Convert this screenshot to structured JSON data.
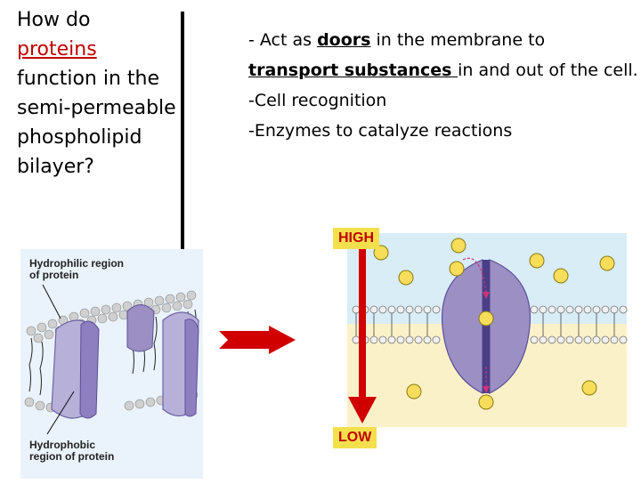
{
  "question": {
    "before": "How do",
    "keyword": "proteins",
    "after_lines": [
      "function in the",
      "semi-permeable",
      "phospholipid",
      "bilayer?"
    ]
  },
  "bullets": {
    "line1_a": "- Act as ",
    "line1_b": "doors",
    "line1_c": " in the membrane to",
    "line2_a": "transport substances ",
    "line2_b": "in and out of the cell.",
    "line3": "-Cell recognition",
    "line4": "-Enzymes to catalyze reactions"
  },
  "membrane_figure": {
    "label_top": [
      "Hydrophilic region",
      "of protein"
    ],
    "label_bottom": [
      "Hydrophobic",
      "region of protein"
    ]
  },
  "transport_figure": {
    "high_label": "HIGH",
    "low_label": "LOW"
  },
  "colors": {
    "keyword": "#c00000",
    "arrow": "#d00000",
    "protein": "#9b8fc4",
    "extracellular": "#d9edf7",
    "intracellular": "#fbf1c8",
    "tag_bg": "#f3e04c"
  }
}
